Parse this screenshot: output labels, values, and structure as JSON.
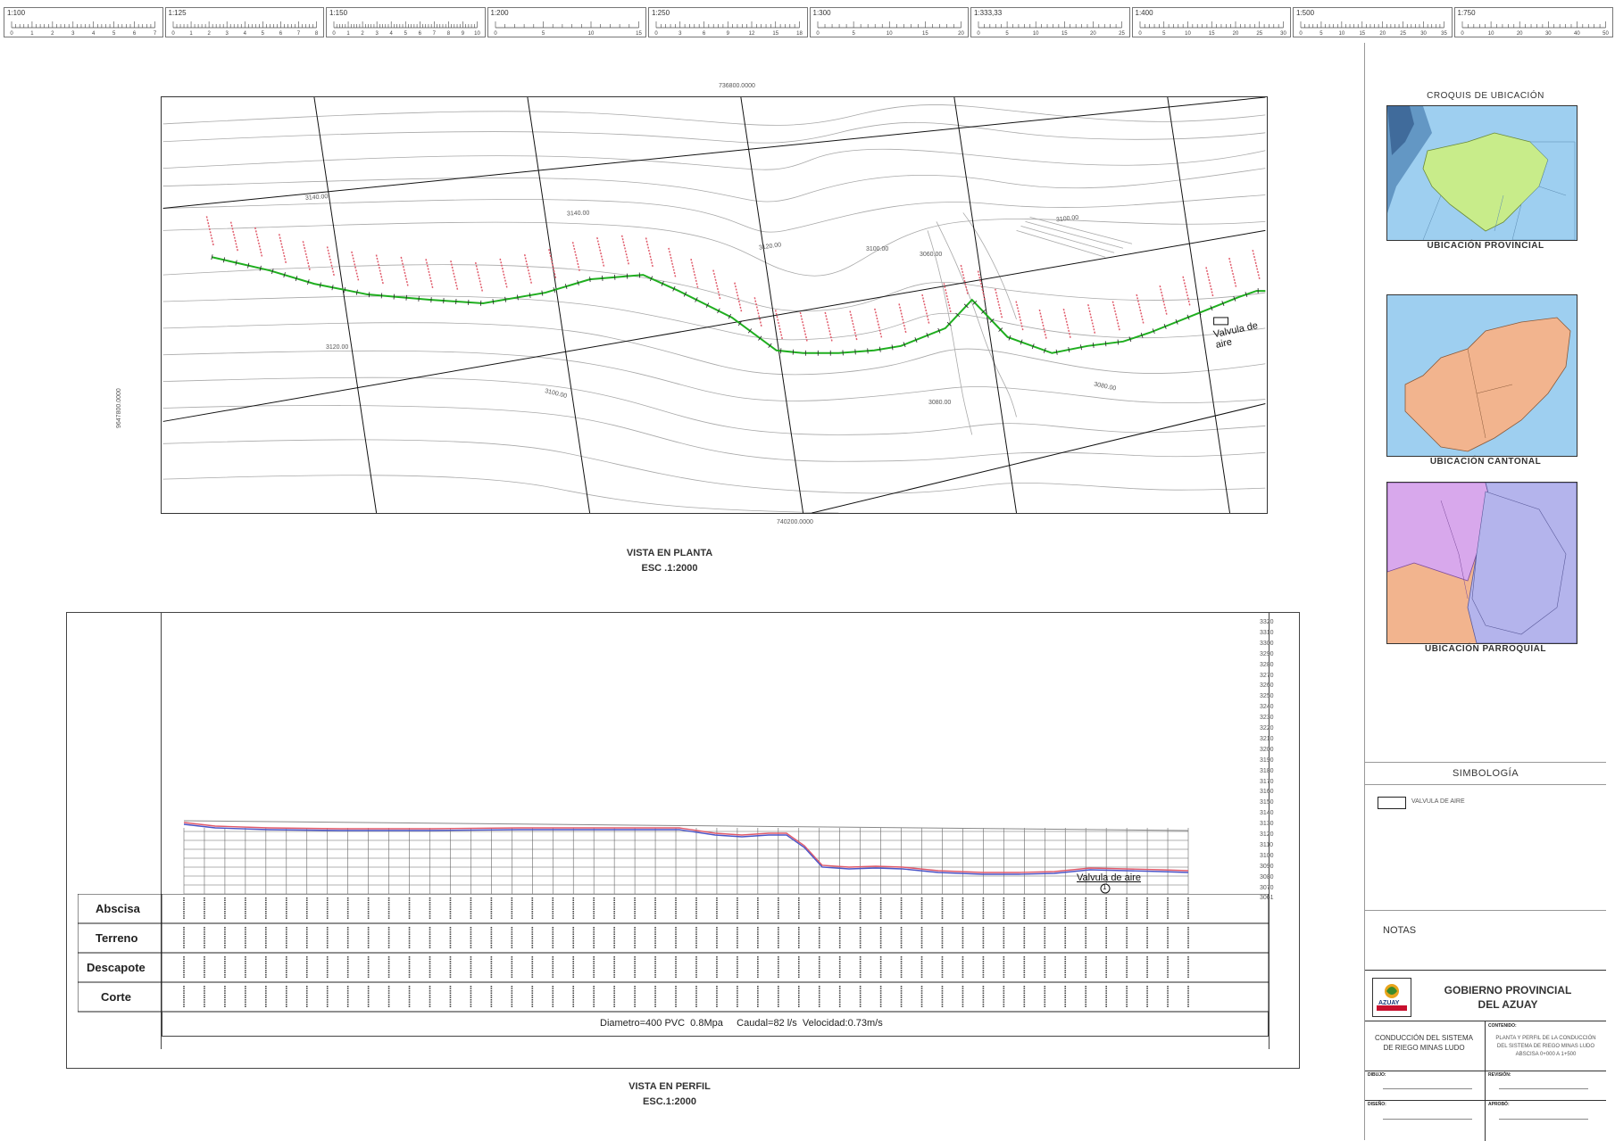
{
  "scales": [
    {
      "label": "1:100",
      "ticks": [
        "0",
        "1",
        "2",
        "3",
        "4",
        "5",
        "6",
        "7"
      ]
    },
    {
      "label": "1:125",
      "ticks": [
        "0",
        "1",
        "2",
        "3",
        "4",
        "5",
        "6",
        "7",
        "8"
      ]
    },
    {
      "label": "1:150",
      "ticks": [
        "0",
        "1",
        "2",
        "3",
        "4",
        "5",
        "6",
        "7",
        "8",
        "9",
        "10"
      ]
    },
    {
      "label": "1:200",
      "ticks": [
        "0",
        "5",
        "10",
        "15"
      ]
    },
    {
      "label": "1:250",
      "ticks": [
        "0",
        "3",
        "6",
        "9",
        "12",
        "15",
        "18"
      ]
    },
    {
      "label": "1:300",
      "ticks": [
        "0",
        "5",
        "10",
        "15",
        "20"
      ]
    },
    {
      "label": "1:333,33",
      "ticks": [
        "0",
        "5",
        "10",
        "15",
        "20",
        "25"
      ]
    },
    {
      "label": "1:400",
      "ticks": [
        "0",
        "5",
        "10",
        "15",
        "20",
        "25",
        "30"
      ]
    },
    {
      "label": "1:500",
      "ticks": [
        "0",
        "5",
        "10",
        "15",
        "20",
        "25",
        "30",
        "35"
      ]
    },
    {
      "label": "1:750",
      "ticks": [
        "0",
        "10",
        "20",
        "30",
        "40",
        "50"
      ]
    }
  ],
  "plan": {
    "coord_top": "736800.0000",
    "coord_bottom": "740200.0000",
    "coord_left": "9647800.0000",
    "contour_labels": [
      "3140.00",
      "3140.00",
      "3100.00",
      "3120.00",
      "3120.00",
      "3100.00",
      "3080.00",
      "3080.00",
      "3100.00",
      "3060.00"
    ],
    "valve_label": "Valvula de aire",
    "title": "VISTA EN PLANTA",
    "scale": "ESC .1:2000"
  },
  "profile": {
    "row_labels": [
      "Abscisa",
      "Terreno",
      "Descapote",
      "Corte"
    ],
    "elevations": [
      "3320",
      "3310",
      "3300",
      "3290",
      "3280",
      "3270",
      "3260",
      "3250",
      "3240",
      "3230",
      "3220",
      "3210",
      "3200",
      "3190",
      "3180",
      "3170",
      "3160",
      "3150",
      "3140",
      "3130",
      "3120",
      "3110",
      "3100",
      "3090",
      "3080",
      "3070",
      "3061"
    ],
    "valve_label": "Valvula de aire",
    "valve_number": "1",
    "note": "Diametro=400 PVC  0.8Mpa     Caudal=82 l/s  Velocidad:0.73m/s",
    "title": "VISTA EN PERFIL",
    "scale": "ESC.1:2000"
  },
  "sidebar": {
    "croquis_title": "CROQUIS  DE  UBICACIÓN",
    "map1_label": "UBICACIÓN  PROVINCIAL",
    "map2_label": "UBICACIÓN  CANTONAL",
    "map3_label": "UBICACIÓN  PARROQUIAL",
    "simbologia_title": "SIMBOLOGÍA",
    "simbologia_item": "VALVULA DE AIRE",
    "notas_title": "NOTAS",
    "org_title": "GOBIERNO PROVINCIAL DEL AZUAY",
    "logo_text": "AZUAY",
    "project_title": "CONDUCCIÓN  DEL SISTEMA DE RIEGO MINAS LUDO",
    "contenido_label": "CONTENIDO:",
    "contenido_text": "PLANTA Y PERFIL DE LA CONDUCCIÓN DEL SISTEMA DE RIEGO MINAS LUDO ABSCISA 0+000 A 1+500",
    "dibujo_label": "DIBUJO:",
    "revision_label": "REVISIÓN:",
    "diseno_label": "DISEÑO:",
    "aprobo_label": "APROBÓ:"
  },
  "colors": {
    "pipe_green": "#1fae1f",
    "terrain_red": "#e05a6a",
    "design_blue": "#4a55c8",
    "contour_gray": "#9a9a9a",
    "map_blue": "#9ecff0",
    "map_green": "#c8ec8a",
    "map_salmon": "#f2b48e",
    "map_lilac": "#d8a8ec",
    "map_periwinkle": "#b4b4ec"
  }
}
